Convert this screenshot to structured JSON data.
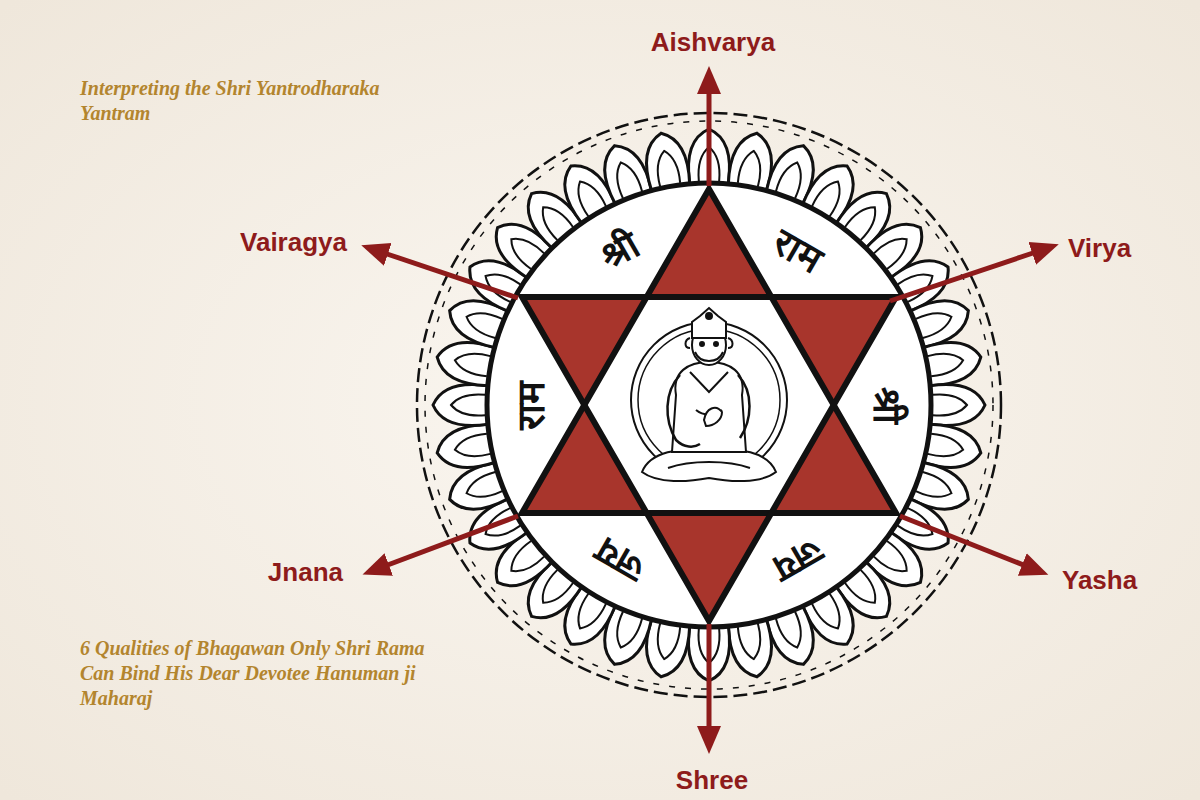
{
  "diagram": {
    "title": "Interpreting the Shri Yantrodharaka Yantram",
    "caption": "6 Qualities of Bhagawan Only Shri Rama Can Bind His Dear Devotee Hanuman ji Maharaj",
    "labels": [
      "Aishvarya",
      "Virya",
      "Yasha",
      "Shree",
      "Jnana",
      "Vairagya",
      "श्री",
      "राम",
      "श्री",
      "जय",
      "जय",
      "राम"
    ]
  }
}
